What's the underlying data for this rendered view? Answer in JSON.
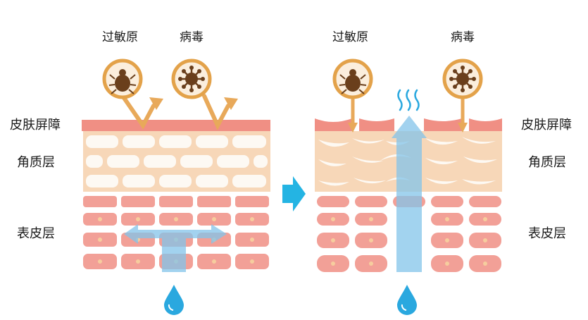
{
  "left_panel": {
    "allergen_label": "过敏原",
    "virus_label": "病毒",
    "barrier_label": "皮肤屏障",
    "stratum_corneum_label": "角质层",
    "epidermis_label": "表皮层",
    "allergen_icon": "mite-icon",
    "virus_icon": "virus-icon",
    "water_icon": "water-drop-icon"
  },
  "right_panel": {
    "allergen_label": "过敏原",
    "virus_label": "病毒",
    "barrier_label": "皮肤屏障",
    "stratum_corneum_label": "角质层",
    "epidermis_label": "表皮层",
    "allergen_icon": "mite-icon",
    "virus_icon": "virus-icon",
    "water_icon": "water-drop-icon",
    "evaporation_icon": "steam-icon"
  },
  "transition_icon": "right-arrow-icon",
  "colors": {
    "barrier": "#f08f84",
    "stratum_bg": "#f7d7b8",
    "stratum_cell": "#fdf9f3",
    "epidermis_cell": "#f2a097",
    "cell_nucleus": "#f6cd9e",
    "icon_brown": "#6a3f1c",
    "icon_ring": "#e3a24a",
    "water_blue": "#2aa8df",
    "flow_blue": "#83c4ea",
    "arrow_blue": "#24b4e3"
  }
}
